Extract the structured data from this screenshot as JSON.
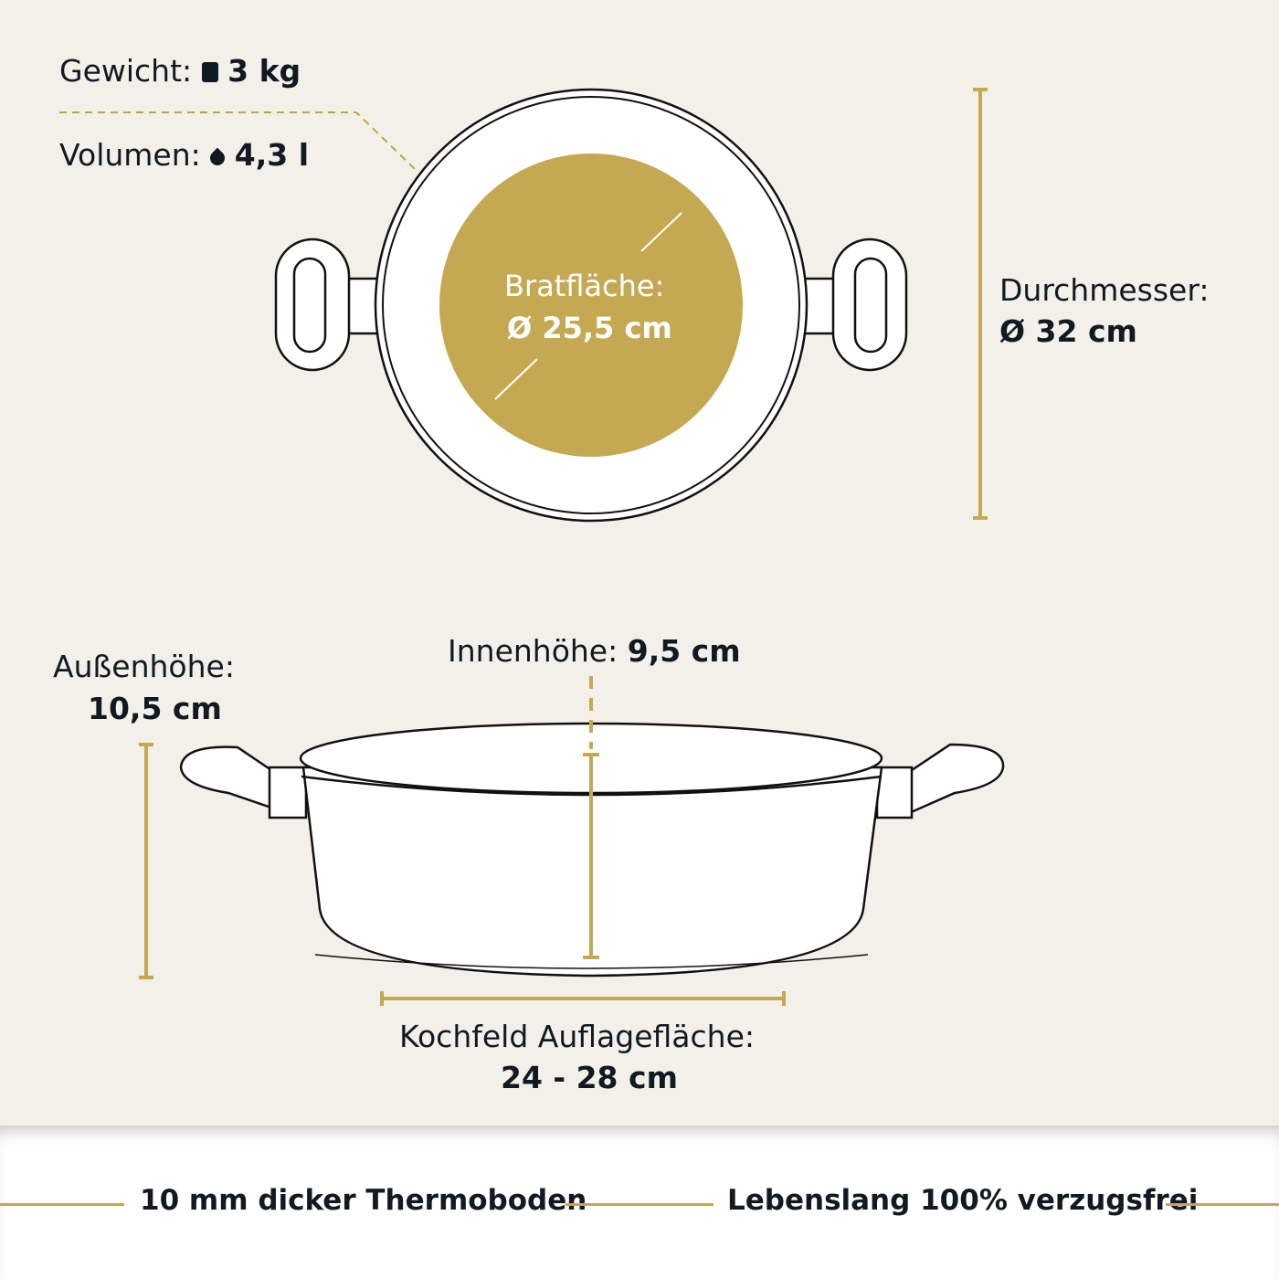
{
  "colors": {
    "gold": "#c4a952",
    "ink": "#111a22",
    "background": "#f3f0e9"
  },
  "weight": {
    "label": "Gewicht:",
    "icon": "weight-icon",
    "value": "3 kg"
  },
  "volume": {
    "label": "Volumen:",
    "icon": "drop-icon",
    "value": "4,3 l"
  },
  "frying_surface": {
    "label": "Bratfläche:",
    "value": "Ø  25,5 cm"
  },
  "diameter": {
    "label": "Durchmesser:",
    "value": "Ø  32 cm"
  },
  "inner_height": {
    "label": "Innenhöhe:",
    "value": "9,5 cm"
  },
  "outer_height": {
    "label": "Außenhöhe:",
    "value": "10,5 cm"
  },
  "hob_surface": {
    "label": "Kochfeld Auflagefläche:",
    "value": "24 - 28 cm"
  },
  "features": [
    "10 mm dicker Thermoboden",
    "Lebenslang 100% verzugsfrei"
  ]
}
